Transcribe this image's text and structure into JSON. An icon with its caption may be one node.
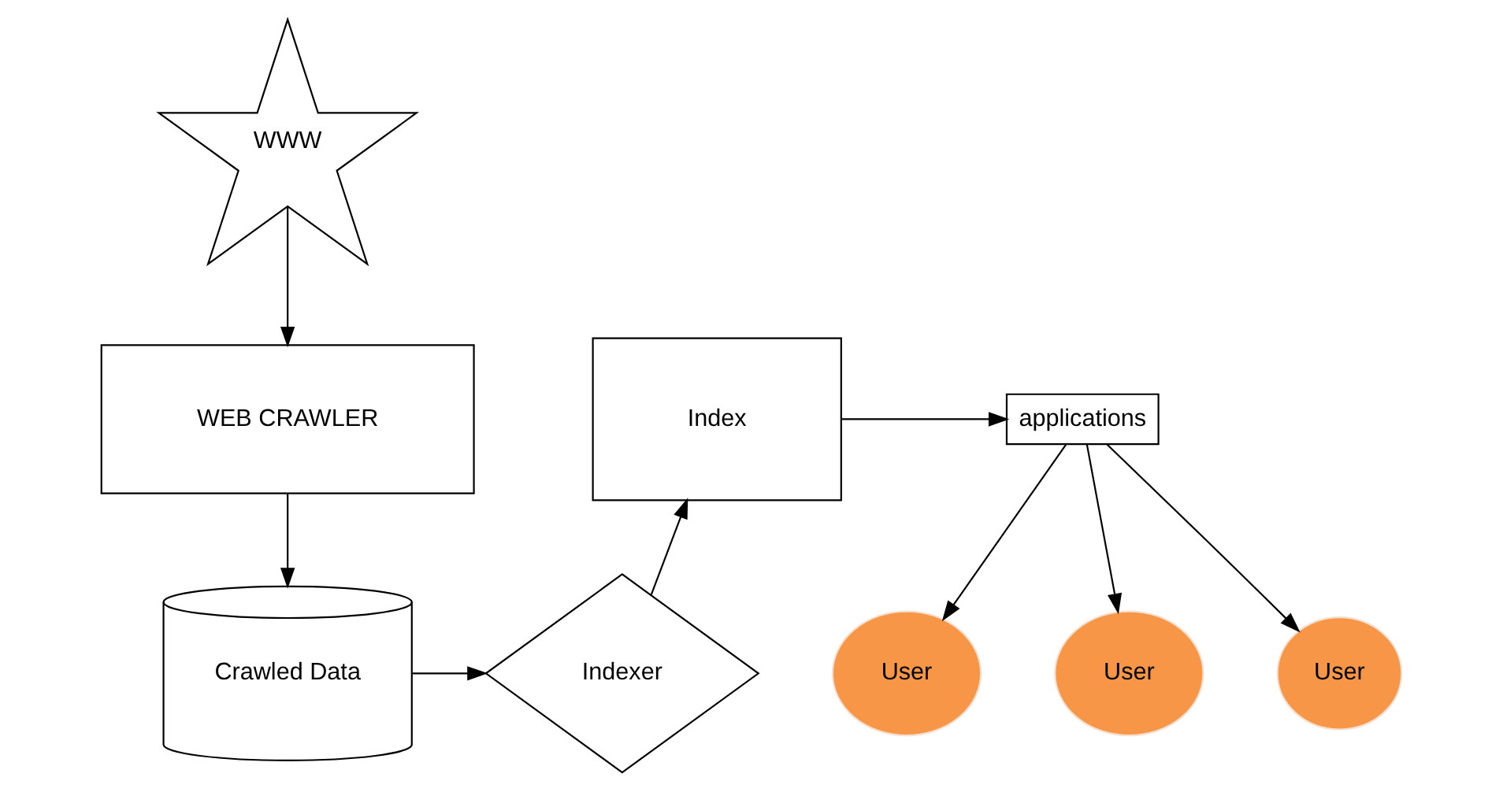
{
  "diagram": {
    "nodes": [
      {
        "text": [
          "WWW"
        ]
      },
      {
        "text": [
          "WEB CRAWLER"
        ]
      },
      {
        "text": [
          "Crawled Data"
        ]
      },
      {
        "text": [
          "Indexer"
        ]
      },
      {
        "text": [
          "Index"
        ]
      },
      {
        "text": [
          "applications"
        ]
      },
      {
        "text": [
          "User"
        ]
      },
      {
        "text": [
          "User"
        ]
      },
      {
        "text": [
          "User"
        ]
      }
    ],
    "edges": [
      {
        "from": 0,
        "to": 1,
        "arrow": "to"
      },
      {
        "from": 1,
        "to": 2,
        "arrow": "to"
      },
      {
        "from": 2,
        "to": 3,
        "arrow": "to"
      },
      {
        "from": 3,
        "to": 4,
        "arrow": "to"
      },
      {
        "from": 4,
        "to": 5,
        "arrow": "to"
      },
      {
        "from": 5,
        "to": 6,
        "arrow": "to"
      },
      {
        "from": 5,
        "to": 7,
        "arrow": "to"
      },
      {
        "from": 5,
        "to": 8,
        "arrow": "to"
      }
    ]
  }
}
